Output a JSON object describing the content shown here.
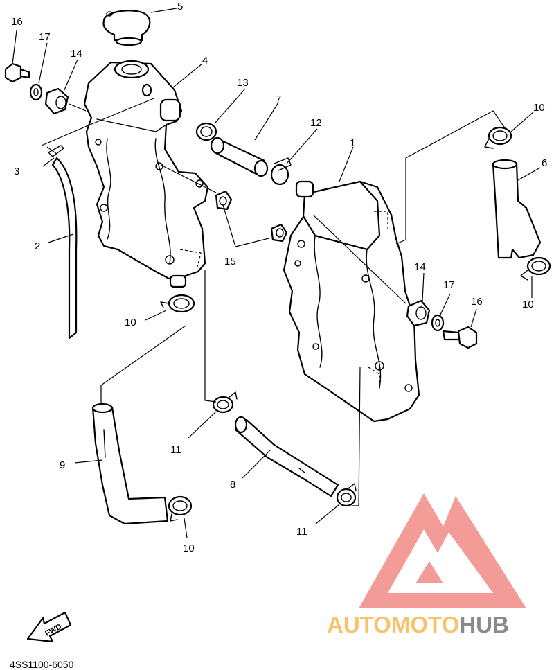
{
  "diagram": {
    "callouts": {
      "c1": "1",
      "c2": "2",
      "c3": "3",
      "c4": "4",
      "c5": "5",
      "c6": "6",
      "c7": "7",
      "c8": "8",
      "c9": "9",
      "c10a": "10",
      "c10b": "10",
      "c10c": "10",
      "c10d": "10",
      "c11a": "11",
      "c11b": "11",
      "c12": "12",
      "c13": "13",
      "c14a": "14",
      "c14b": "14",
      "c15": "15",
      "c16a": "16",
      "c16b": "16",
      "c17a": "17",
      "c17b": "17"
    },
    "fwd_label": "FWD",
    "diagram_code": "4SS1100-6050"
  },
  "watermark": {
    "brand_part1": "AUTOMOTO",
    "brand_part2": "HUB",
    "colors": {
      "logo": "#f28b86",
      "auto": "#f7c26b",
      "moto": "#f49a93",
      "hub": "#8a8a8a"
    }
  }
}
